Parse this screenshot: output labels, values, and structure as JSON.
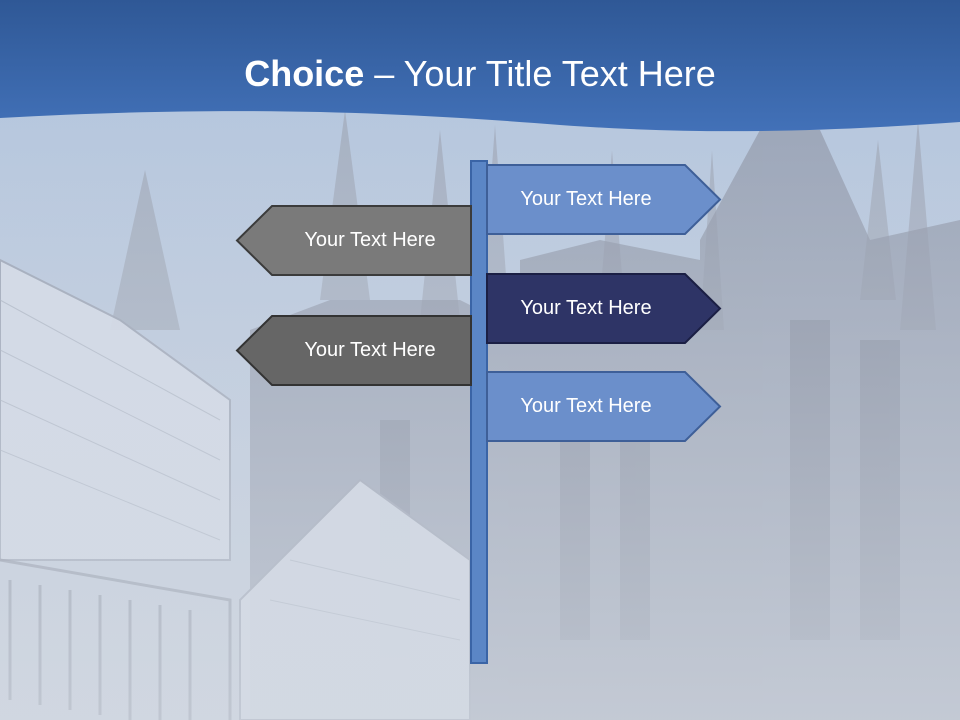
{
  "slide": {
    "title_strong": "Choice",
    "title_rest": " – Your Title Text Here"
  },
  "signs": {
    "right_1": {
      "label": "Your Text Here",
      "color": "#6b8fcb"
    },
    "left_1": {
      "label": "Your Text Here",
      "color": "#7a7a7a"
    },
    "right_2": {
      "label": "Your Text Here",
      "color": "#2e3466"
    },
    "left_2": {
      "label": "Your Text Here",
      "color": "#666666"
    },
    "right_3": {
      "label": "Your Text Here",
      "color": "#6b8fcb"
    }
  },
  "colors": {
    "header": "#3b67ad",
    "pole": "#5b86c6"
  }
}
